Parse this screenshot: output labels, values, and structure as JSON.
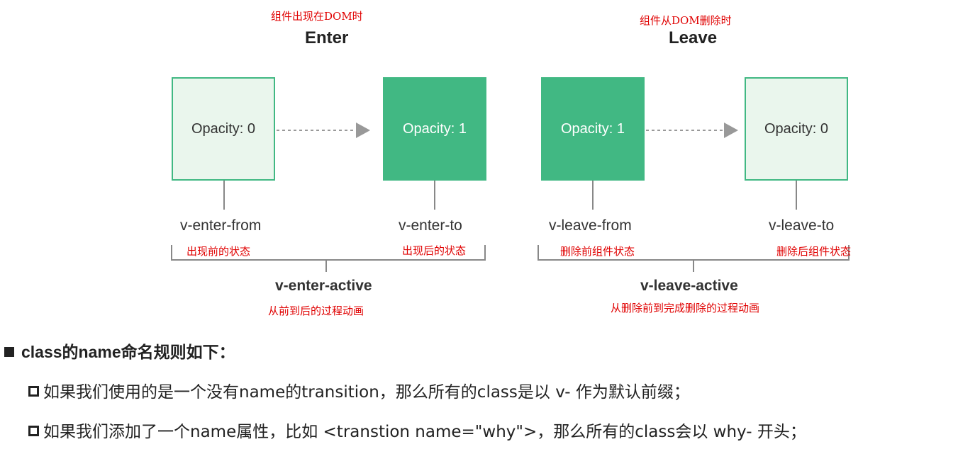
{
  "enter": {
    "caption": "组件出现在DOM时",
    "title": "Enter",
    "from_box": "Opacity: 0",
    "to_box": "Opacity: 1",
    "from_class": "v-enter-from",
    "to_class": "v-enter-to",
    "from_note": "出现前的状态",
    "to_note": "出现后的状态",
    "active_class": "v-enter-active",
    "active_note": "从前到后的过程动画"
  },
  "leave": {
    "caption": "组件从DOM删除时",
    "title": "Leave",
    "from_box": "Opacity: 1",
    "to_box": "Opacity: 0",
    "from_class": "v-leave-from",
    "to_class": "v-leave-to",
    "from_note": "删除前组件状态",
    "to_note": "删除后组件状态",
    "active_class": "v-leave-active",
    "active_note": "从删除前到完成删除的过程动画"
  },
  "rules": {
    "title": "class的name命名规则如下：",
    "items": [
      "如果我们使用的是一个没有name的transition，那么所有的class是以 v- 作为默认前缀；",
      "如果我们添加了一个name属性，比如 <transtion name=\"why\">，那么所有的class会以 why- 开头；"
    ]
  },
  "colors": {
    "accent": "#41b883",
    "light_fill": "#eaf6ed",
    "note_red": "#e00000"
  }
}
